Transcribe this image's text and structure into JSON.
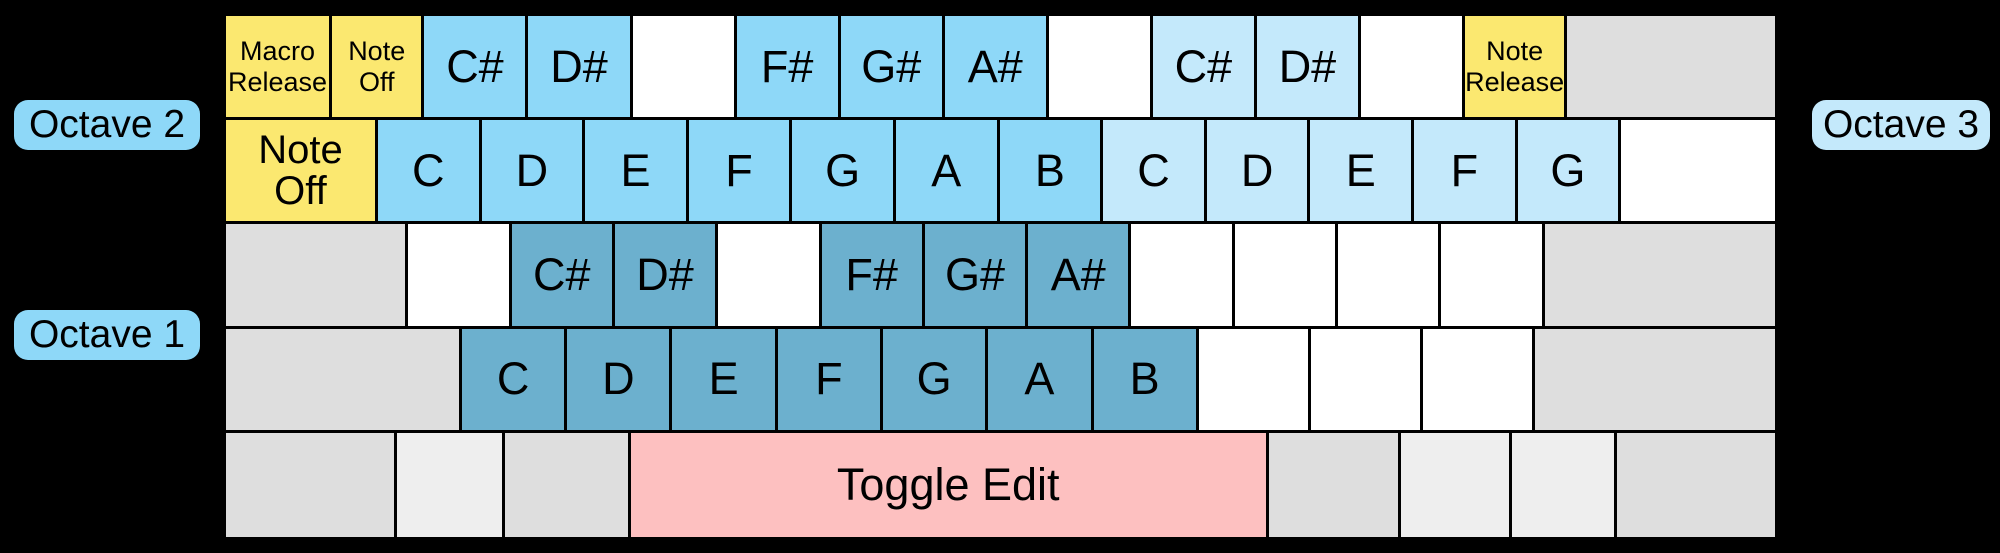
{
  "labels": {
    "octave1": "Octave 1",
    "octave2": "Octave 2",
    "octave3": "Octave 3"
  },
  "keyboard": {
    "rows": [
      {
        "name": "number-row",
        "keys": [
          {
            "label": "Macro\nRelease",
            "color": "yellow",
            "size": "small",
            "flex": 1.02
          },
          {
            "label": "Note\nOff",
            "color": "yellow",
            "size": "small",
            "flex": 0.88
          },
          {
            "label": "C#",
            "color": "blue",
            "size": "big",
            "flex": 1.0
          },
          {
            "label": "D#",
            "color": "blue",
            "size": "big",
            "flex": 1.0
          },
          {
            "label": "",
            "color": "white",
            "size": "big",
            "flex": 1.0
          },
          {
            "label": "F#",
            "color": "blue",
            "size": "big",
            "flex": 1.0
          },
          {
            "label": "G#",
            "color": "blue",
            "size": "big",
            "flex": 1.0
          },
          {
            "label": "A#",
            "color": "blue",
            "size": "big",
            "flex": 1.0
          },
          {
            "label": "",
            "color": "white",
            "size": "big",
            "flex": 1.0
          },
          {
            "label": "C#",
            "color": "bluelt",
            "size": "big",
            "flex": 1.0
          },
          {
            "label": "D#",
            "color": "bluelt",
            "size": "big",
            "flex": 1.0
          },
          {
            "label": "",
            "color": "white",
            "size": "big",
            "flex": 1.0
          },
          {
            "label": "Note\nRelease",
            "color": "yellow",
            "size": "small",
            "flex": 0.98
          },
          {
            "label": "",
            "color": "grey",
            "size": "big",
            "flex": 2.1
          }
        ]
      },
      {
        "name": "q-row",
        "keys": [
          {
            "label": "Note\nOff",
            "color": "yellow",
            "size": "med",
            "flex": 1.5
          },
          {
            "label": "C",
            "color": "blue",
            "size": "big",
            "flex": 1.0
          },
          {
            "label": "D",
            "color": "blue",
            "size": "big",
            "flex": 1.0
          },
          {
            "label": "E",
            "color": "blue",
            "size": "big",
            "flex": 1.0
          },
          {
            "label": "F",
            "color": "blue",
            "size": "big",
            "flex": 1.0
          },
          {
            "label": "G",
            "color": "blue",
            "size": "big",
            "flex": 1.0
          },
          {
            "label": "A",
            "color": "blue",
            "size": "big",
            "flex": 1.0
          },
          {
            "label": "B",
            "color": "blue",
            "size": "big",
            "flex": 1.0
          },
          {
            "label": "C",
            "color": "bluelt",
            "size": "big",
            "flex": 1.0
          },
          {
            "label": "D",
            "color": "bluelt",
            "size": "big",
            "flex": 1.0
          },
          {
            "label": "E",
            "color": "bluelt",
            "size": "big",
            "flex": 1.0
          },
          {
            "label": "F",
            "color": "bluelt",
            "size": "big",
            "flex": 1.0
          },
          {
            "label": "G",
            "color": "bluelt",
            "size": "big",
            "flex": 1.0
          },
          {
            "label": "",
            "color": "white",
            "size": "big",
            "flex": 1.55
          }
        ]
      },
      {
        "name": "a-row",
        "keys": [
          {
            "label": "",
            "color": "grey",
            "size": "big",
            "flex": 1.82
          },
          {
            "label": "",
            "color": "white",
            "size": "big",
            "flex": 1.0
          },
          {
            "label": "C#",
            "color": "bluedk",
            "size": "big",
            "flex": 1.0
          },
          {
            "label": "D#",
            "color": "bluedk",
            "size": "big",
            "flex": 1.0
          },
          {
            "label": "",
            "color": "white",
            "size": "big",
            "flex": 1.0
          },
          {
            "label": "F#",
            "color": "bluedk",
            "size": "big",
            "flex": 1.0
          },
          {
            "label": "G#",
            "color": "bluedk",
            "size": "big",
            "flex": 1.0
          },
          {
            "label": "A#",
            "color": "bluedk",
            "size": "big",
            "flex": 1.0
          },
          {
            "label": "",
            "color": "white",
            "size": "big",
            "flex": 1.0
          },
          {
            "label": "",
            "color": "white",
            "size": "big",
            "flex": 1.0
          },
          {
            "label": "",
            "color": "white",
            "size": "big",
            "flex": 1.0
          },
          {
            "label": "",
            "color": "white",
            "size": "big",
            "flex": 1.0
          },
          {
            "label": "",
            "color": "grey",
            "size": "big",
            "flex": 2.35
          }
        ]
      },
      {
        "name": "z-row",
        "keys": [
          {
            "label": "",
            "color": "grey",
            "size": "big",
            "flex": 2.33
          },
          {
            "label": "C",
            "color": "bluedk",
            "size": "big",
            "flex": 1.0
          },
          {
            "label": "D",
            "color": "bluedk",
            "size": "big",
            "flex": 1.0
          },
          {
            "label": "E",
            "color": "bluedk",
            "size": "big",
            "flex": 1.0
          },
          {
            "label": "F",
            "color": "bluedk",
            "size": "big",
            "flex": 1.0
          },
          {
            "label": "G",
            "color": "bluedk",
            "size": "big",
            "flex": 1.0
          },
          {
            "label": "A",
            "color": "bluedk",
            "size": "big",
            "flex": 1.0
          },
          {
            "label": "B",
            "color": "bluedk",
            "size": "big",
            "flex": 1.0
          },
          {
            "label": "",
            "color": "white",
            "size": "big",
            "flex": 1.07
          },
          {
            "label": "",
            "color": "white",
            "size": "big",
            "flex": 1.07
          },
          {
            "label": "",
            "color": "white",
            "size": "big",
            "flex": 1.07
          },
          {
            "label": "",
            "color": "grey",
            "size": "big",
            "flex": 2.4
          }
        ]
      },
      {
        "name": "space-row",
        "keys": [
          {
            "label": "",
            "color": "grey",
            "size": "big",
            "flex": 1.55
          },
          {
            "label": "",
            "color": "grey2",
            "size": "big",
            "flex": 0.95
          },
          {
            "label": "",
            "color": "grey",
            "size": "big",
            "flex": 1.12
          },
          {
            "label": "Toggle Edit",
            "color": "pink",
            "size": "big",
            "flex": 5.95
          },
          {
            "label": "",
            "color": "grey",
            "size": "big",
            "flex": 1.18
          },
          {
            "label": "",
            "color": "grey2",
            "size": "big",
            "flex": 0.98
          },
          {
            "label": "",
            "color": "grey2",
            "size": "big",
            "flex": 0.93
          },
          {
            "label": "",
            "color": "grey",
            "size": "big",
            "flex": 1.45
          }
        ]
      }
    ]
  }
}
